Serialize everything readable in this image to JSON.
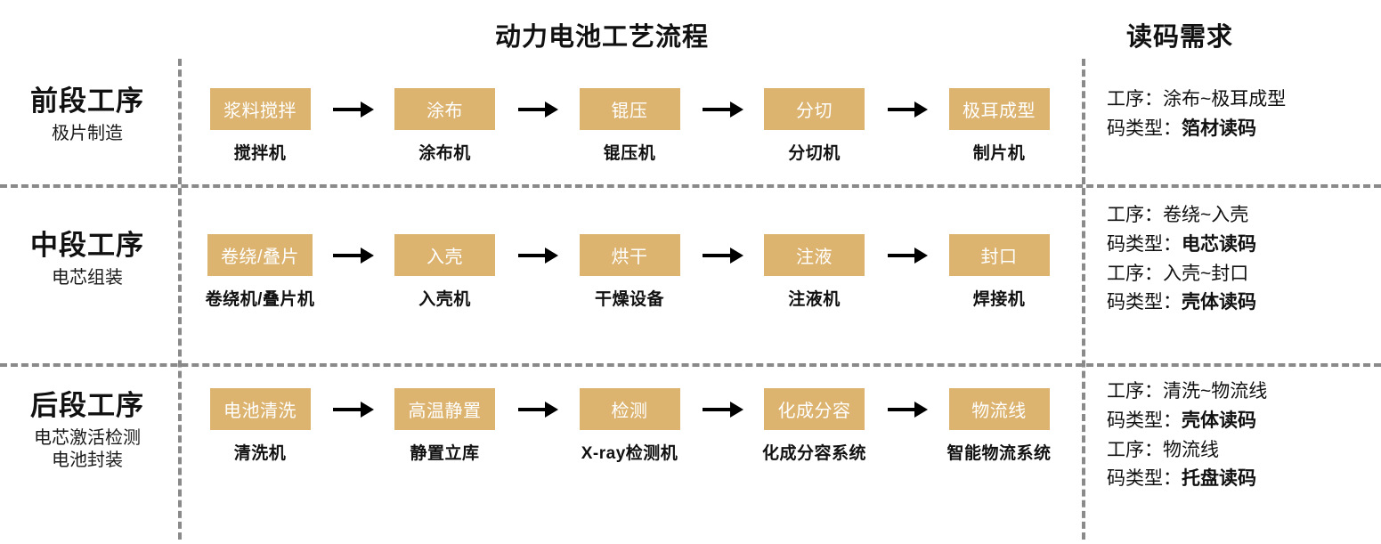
{
  "titles": {
    "flow": "动力电池工艺流程",
    "demand": "读码需求"
  },
  "colors": {
    "box_fill": "#dcb36f",
    "box_text": "#ffffff",
    "divider": "#8a8a8a",
    "arrow": "#000000",
    "text": "#111111"
  },
  "rows": [
    {
      "stage": {
        "title": "前段工序",
        "sub_line1": "极片制造",
        "sub_line2": ""
      },
      "steps": [
        {
          "name": "浆料搅拌",
          "machine": "搅拌机"
        },
        {
          "name": "涂布",
          "machine": "涂布机"
        },
        {
          "name": "锟压",
          "machine": "锟压机"
        },
        {
          "name": "分切",
          "machine": "分切机"
        },
        {
          "name": "极耳成型",
          "machine": "制片机"
        }
      ],
      "demand": [
        {
          "label": "工序：",
          "value": "涂布~极耳成型",
          "bold": false
        },
        {
          "label": "码类型：",
          "value": "箔材读码",
          "bold": true
        }
      ]
    },
    {
      "stage": {
        "title": "中段工序",
        "sub_line1": "电芯组装",
        "sub_line2": ""
      },
      "steps": [
        {
          "name": "卷绕/叠片",
          "machine": "卷绕机/叠片机"
        },
        {
          "name": "入壳",
          "machine": "入壳机"
        },
        {
          "name": "烘干",
          "machine": "干燥设备"
        },
        {
          "name": "注液",
          "machine": "注液机"
        },
        {
          "name": "封口",
          "machine": "焊接机"
        }
      ],
      "demand": [
        {
          "label": "工序：",
          "value": "卷绕~入壳",
          "bold": false
        },
        {
          "label": "码类型：",
          "value": "电芯读码",
          "bold": true
        },
        {
          "label": "工序：",
          "value": "入壳~封口",
          "bold": false
        },
        {
          "label": "码类型：",
          "value": "壳体读码",
          "bold": true
        }
      ]
    },
    {
      "stage": {
        "title": "后段工序",
        "sub_line1": "电芯激活检测",
        "sub_line2": "电池封装"
      },
      "steps": [
        {
          "name": "电池清洗",
          "machine": "清洗机"
        },
        {
          "name": "高温静置",
          "machine": "静置立库"
        },
        {
          "name": "检测",
          "machine": "X-ray检测机"
        },
        {
          "name": "化成分容",
          "machine": "化成分容系统"
        },
        {
          "name": "物流线",
          "machine": "智能物流系统"
        }
      ],
      "demand": [
        {
          "label": "工序：",
          "value": "清洗~物流线",
          "bold": false
        },
        {
          "label": "码类型：",
          "value": "壳体读码",
          "bold": true
        },
        {
          "label": "工序：",
          "value": "物流线",
          "bold": false
        },
        {
          "label": "码类型：",
          "value": "托盘读码",
          "bold": true
        }
      ]
    }
  ]
}
